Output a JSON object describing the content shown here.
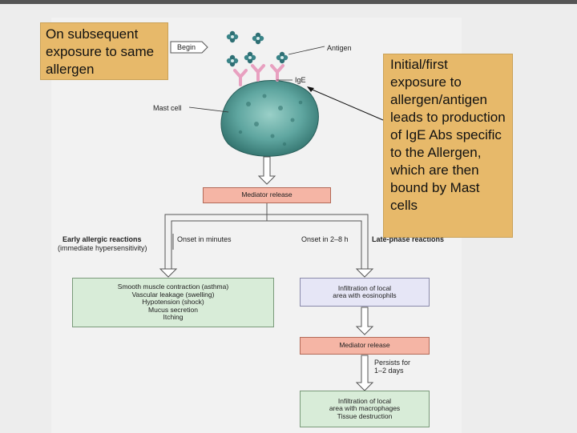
{
  "callouts": {
    "subsequent": "On subsequent exposure to same allergen",
    "initial": "Initial/first exposure to allergen/antigen leads to production of IgE Abs specific to the Allergen, which are then bound by Mast cells"
  },
  "labels": {
    "begin": "Begin",
    "antigen": "Antigen",
    "ige": "IgE",
    "mast_cell": "Mast cell",
    "mediator_release_top": "Mediator release",
    "early_title": "Early allergic reactions",
    "early_subtitle": "(immediate hypersensitivity)",
    "onset_minutes": "Onset in minutes",
    "onset_hours": "Onset in 2–8 h",
    "late_title": "Late-phase reactions",
    "persists_line1": "Persists for",
    "persists_line2": "1–2 days"
  },
  "boxes": {
    "early_effects": [
      "Smooth muscle contraction (asthma)",
      "Vascular leakage (swelling)",
      "Hypotension (shock)",
      "Mucus secretion",
      "Itching"
    ],
    "eosinophils": [
      "Infiltration of local",
      "area with eosinophils"
    ],
    "mediator_release_late": "Mediator release",
    "macrophages": [
      "Infiltration of local",
      "area with macrophages",
      "Tissue destruction"
    ]
  },
  "colors": {
    "callout_fill": "#e7b96a",
    "mediator_box": "#f5b5a5",
    "early_box": "#d8ecd8",
    "eosinophil_box": "#e6e6f6",
    "mast_cell": "#5fa6a0",
    "ige": "#e8a0c0",
    "antigen": "#2e6f74"
  }
}
